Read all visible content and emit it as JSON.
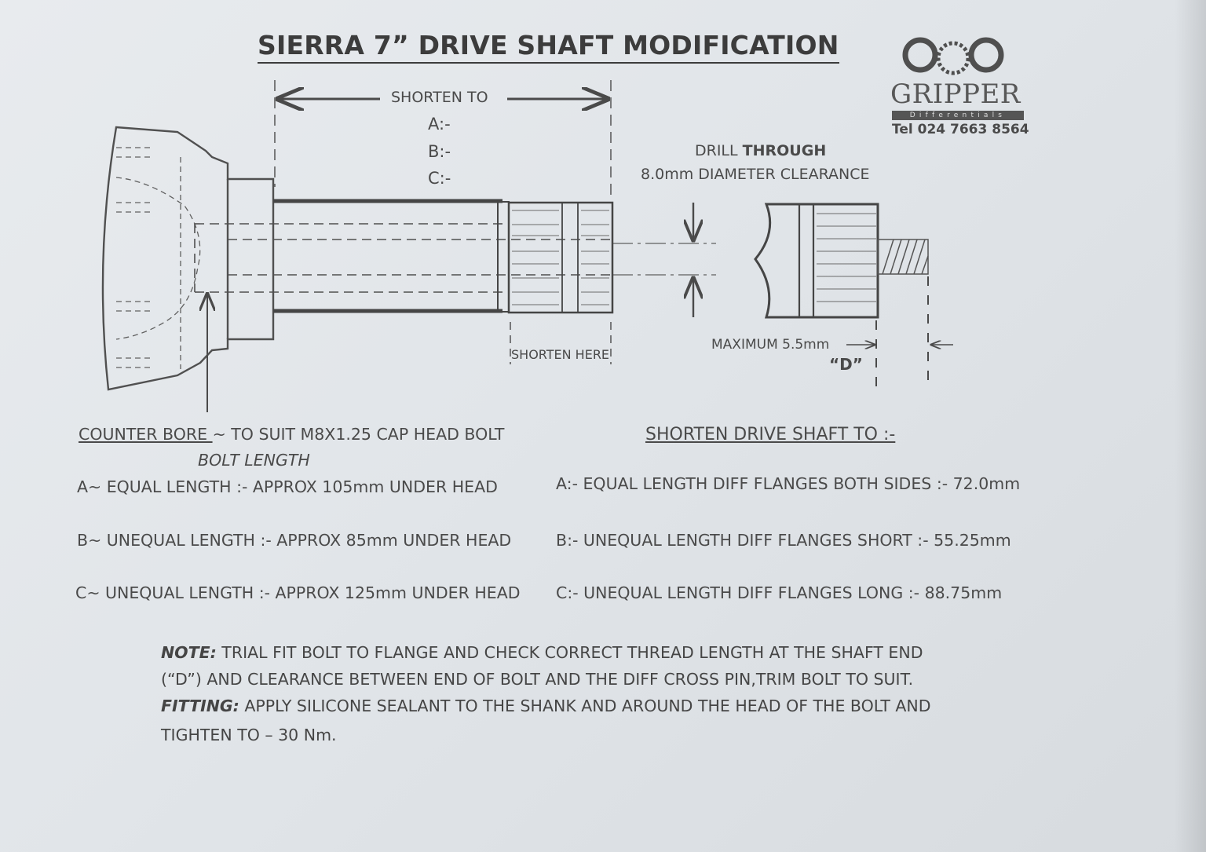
{
  "title": "SIERRA   7”  DRIVE SHAFT MODIFICATION",
  "logo": {
    "name": "GRIPPER",
    "subtitle": "Differentials",
    "tel": "Tel 024 7663 8564",
    "icon": "three-gears-icon"
  },
  "diagram": {
    "shorten_to_label": "SHORTEN TO",
    "dim_a": "A:-",
    "dim_b": "B:-",
    "dim_c": "C:-",
    "drill_label": "DRILL",
    "drill_bold": "THROUGH",
    "clearance_label": "8.0mm DIAMETER CLEARANCE",
    "shorten_here": "SHORTEN HERE",
    "maximum_label": "MAXIMUM 5.5mm",
    "d_label": "“D”"
  },
  "left_section": {
    "counter_bore": "COUNTER BORE ",
    "counter_bore_rest": "~ TO SUIT M8X1.25 CAP HEAD BOLT",
    "bolt_length": "BOLT LENGTH",
    "rows": [
      "A~  EQUAL LENGTH :- APPROX 105mm UNDER HEAD",
      "B~ UNEQUAL LENGTH :- APPROX 85mm   UNDER HEAD",
      "C~ UNEQUAL LENGTH :- APPROX 125mm UNDER HEAD"
    ]
  },
  "right_section": {
    "heading": "SHORTEN DRIVE SHAFT TO :-",
    "rows": [
      "A:- EQUAL LENGTH DIFF FLANGES BOTH SIDES :- 72.0mm",
      "B:- UNEQUAL LENGTH DIFF FLANGES  SHORT  :- 55.25mm",
      "C:- UNEQUAL LENGTH DIFF FLANGES   LONG  :-  88.75mm"
    ]
  },
  "notes": {
    "note_label": "NOTE:",
    "note_line1": " TRIAL FIT BOLT TO FLANGE AND CHECK CORRECT THREAD LENGTH AT THE SHAFT END",
    "note_line2": "(“D”) AND CLEARANCE BETWEEN END OF BOLT AND THE DIFF CROSS PIN,TRIM BOLT TO SUIT.",
    "fitting_label": "FITTING:",
    "fitting_line1": " APPLY SILICONE SEALANT TO THE SHANK AND AROUND THE HEAD OF THE BOLT AND",
    "fitting_line2": "TIGHTEN TO – 30 Nm."
  }
}
